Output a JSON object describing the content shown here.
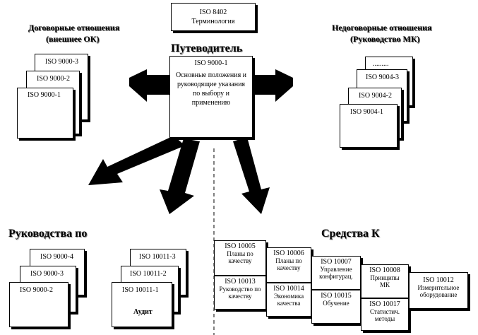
{
  "top_box": {
    "line1": "ISO 8402",
    "line2": "Терминология"
  },
  "guide": {
    "title": "Путеводитель",
    "code": "ISO 9000-1",
    "desc": "Основные положения и руководящие указания по выбору и применению"
  },
  "left_group": {
    "title_line1": "Договорные отношения",
    "title_line2": "(внешнее ОК)",
    "items": [
      "ISO 9000-3",
      "ISO 9000-2",
      "ISO 9000-1"
    ]
  },
  "right_group": {
    "title_line1": "Недоговорные отношения",
    "title_line2": "(Руководство МК)",
    "items": [
      ".........",
      "ISO 9004-3",
      "ISO 9004-2",
      "ISO 9004-1"
    ]
  },
  "bottom_left": {
    "title": "Руководства по",
    "stack1": [
      "ISO 9000-4",
      "ISO 9000-3",
      "ISO 9000-2"
    ],
    "stack2": [
      "ISO 10011-3",
      "ISO 10011-2",
      "ISO 10011-1"
    ],
    "stack2_note": "Аудит"
  },
  "bottom_right": {
    "title": "Средства К",
    "cells": {
      "c10005_code": "ISO 10005",
      "c10005_desc": "Планы по качеству",
      "c10013_code": "ISO 10013",
      "c10013_desc": "Руководство по качеству",
      "c10006_code": "ISO 10006",
      "c10006_desc": "Планы по качеству",
      "c10014_code": "ISO 10014",
      "c10014_desc": "Экономика качества",
      "c10007_code": "ISO 10007",
      "c10007_desc": "Управление конфигурац.",
      "c10015_code": "ISO 10015",
      "c10015_desc": "Обучение",
      "c10008_code": "ISO 10008",
      "c10008_desc": "Принципы МК",
      "c10017_code": "ISO 10017",
      "c10017_desc": "Статистич. методы",
      "c10012_code": "ISO 10012",
      "c10012_desc": "Измерительное оборудование"
    }
  }
}
